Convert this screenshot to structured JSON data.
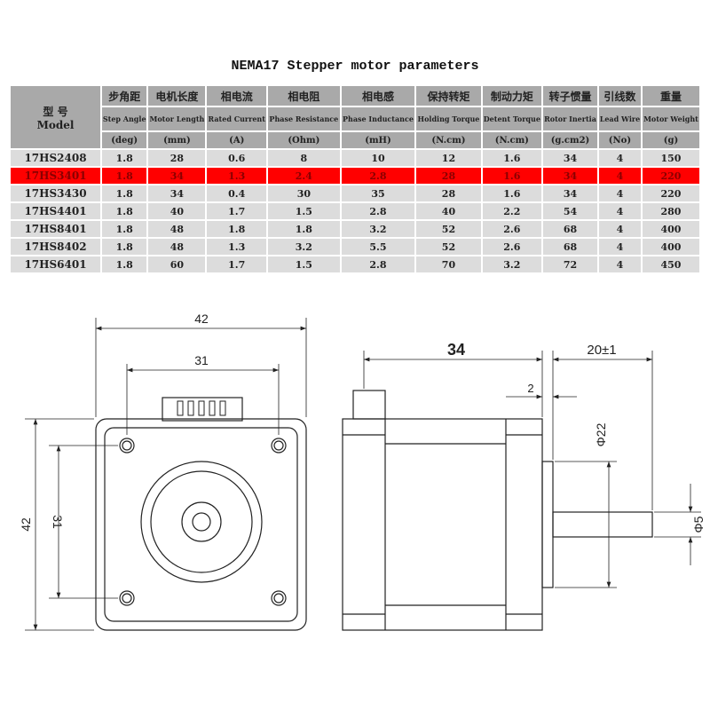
{
  "title": "NEMA17 Stepper motor parameters",
  "header": {
    "model_cn": "型 号",
    "model_en": "Model",
    "columns": [
      {
        "cn": "步角距",
        "en": "Step Angle",
        "unit": "(deg)"
      },
      {
        "cn": "电机长度",
        "en": "Motor Length",
        "unit": "(mm)"
      },
      {
        "cn": "相电流",
        "en": "Rated Current",
        "unit": "(A)"
      },
      {
        "cn": "相电阻",
        "en": "Phase Resistance",
        "unit": "(Ohm)"
      },
      {
        "cn": "相电感",
        "en": "Phase Inductance",
        "unit": "(mH)"
      },
      {
        "cn": "保持转矩",
        "en": "Holding Torque",
        "unit": "(N.cm)"
      },
      {
        "cn": "制动力矩",
        "en": "Detent Torque",
        "unit": "(N.cm)"
      },
      {
        "cn": "转子惯量",
        "en": "Rotor Inertia",
        "unit": "(g.cm2)"
      },
      {
        "cn": "引线数",
        "en": "Lead Wire",
        "unit": "(No)"
      },
      {
        "cn": "重量",
        "en": "Motor Weight",
        "unit": "(g)"
      }
    ]
  },
  "rows": [
    [
      "17HS2408",
      "1.8",
      "28",
      "0.6",
      "8",
      "10",
      "12",
      "1.6",
      "34",
      "4",
      "150"
    ],
    [
      "17HS3401",
      "1.8",
      "34",
      "1.3",
      "2.4",
      "2.8",
      "28",
      "1.6",
      "34",
      "4",
      "220"
    ],
    [
      "17HS3430",
      "1.8",
      "34",
      "0.4",
      "30",
      "35",
      "28",
      "1.6",
      "34",
      "4",
      "220"
    ],
    [
      "17HS4401",
      "1.8",
      "40",
      "1.7",
      "1.5",
      "2.8",
      "40",
      "2.2",
      "54",
      "4",
      "280"
    ],
    [
      "17HS8401",
      "1.8",
      "48",
      "1.8",
      "1.8",
      "3.2",
      "52",
      "2.6",
      "68",
      "4",
      "400"
    ],
    [
      "17HS8402",
      "1.8",
      "48",
      "1.3",
      "3.2",
      "5.5",
      "52",
      "2.6",
      "68",
      "4",
      "400"
    ],
    [
      "17HS6401",
      "1.8",
      "60",
      "1.7",
      "1.5",
      "2.8",
      "70",
      "3.2",
      "72",
      "4",
      "450"
    ]
  ],
  "highlight_color": "#ff0000",
  "drawing": {
    "front_width": "42",
    "hole_spacing": "31",
    "front_height": "42",
    "hole_spacing_v": "31",
    "body_length": "34",
    "shaft_length": "20±1",
    "boss_height": "2",
    "boss_dia": "Φ22",
    "shaft_dia": "Φ5"
  }
}
